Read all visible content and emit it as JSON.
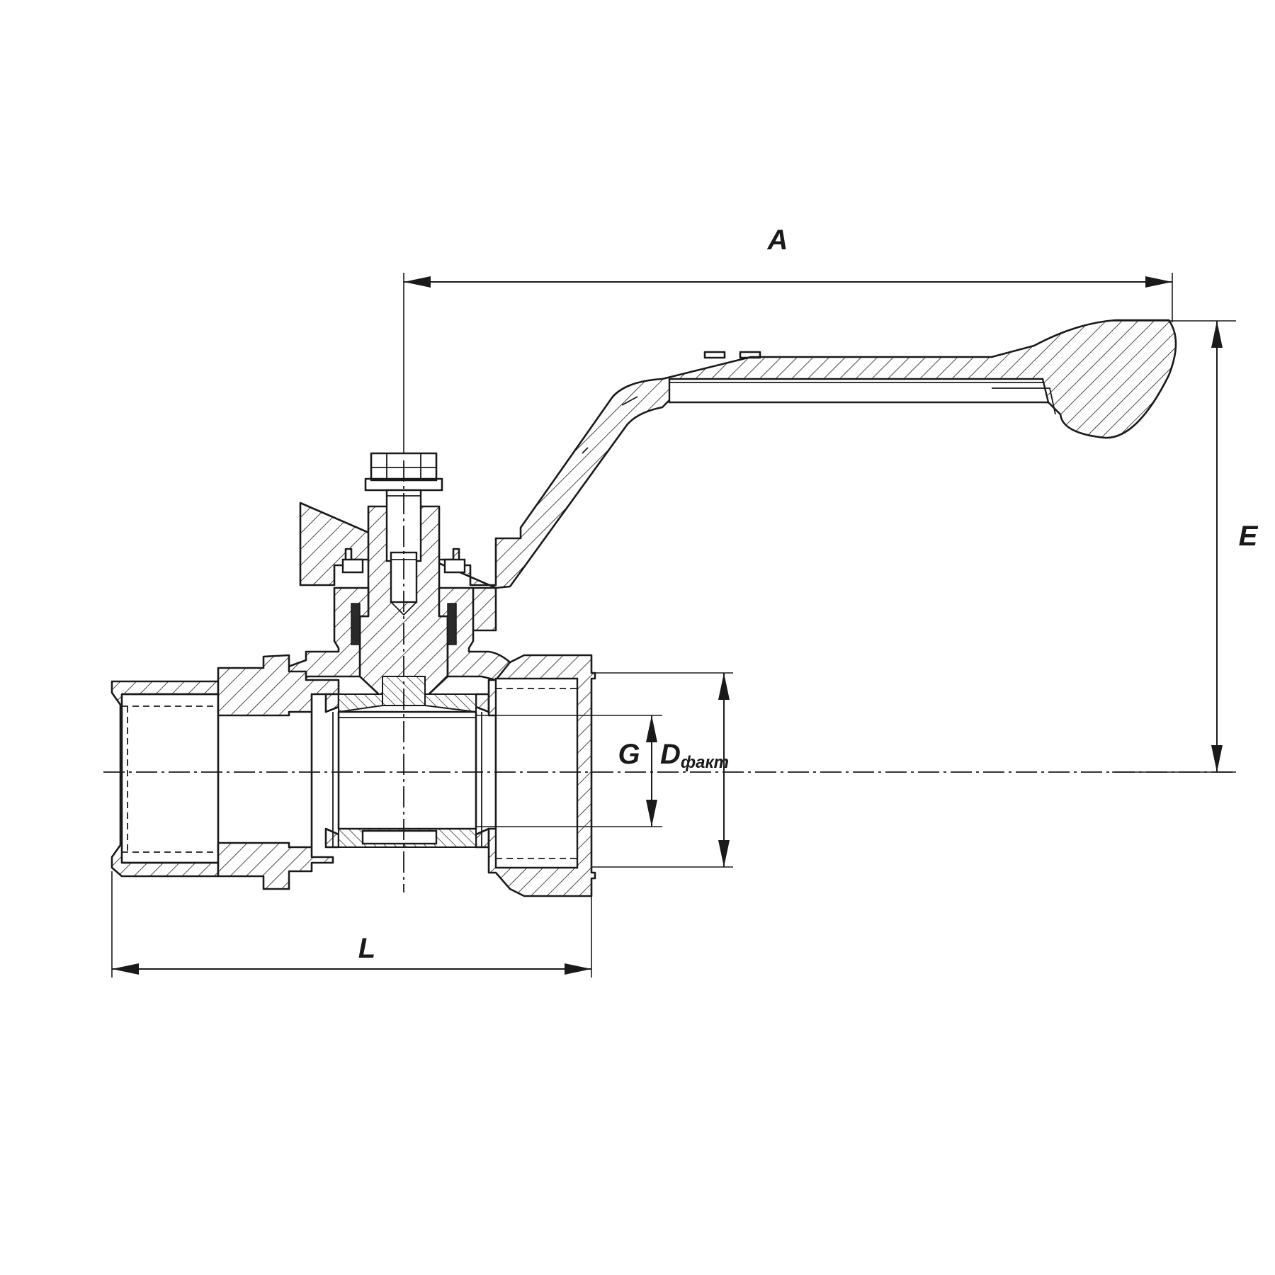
{
  "drawing": {
    "dimensions": {
      "A": "A",
      "E": "E",
      "L": "L",
      "G": "G",
      "D": "D",
      "D_subscript": "факт"
    },
    "colors": {
      "line": "#1a1a1a",
      "background": "#ffffff"
    }
  }
}
